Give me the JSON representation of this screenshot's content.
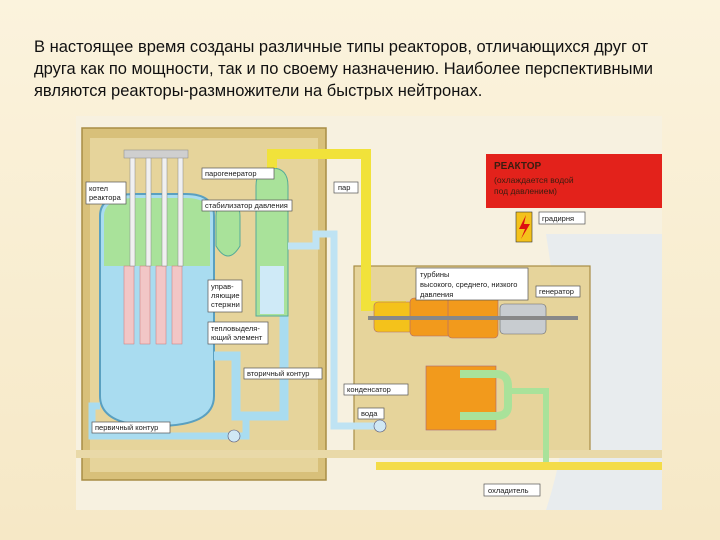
{
  "slide": {
    "text": "В настоящее время созданы различные типы реакторов, отличающихся друг от друга как по мощности, так и по своему назначению. Наиболее перспективными являются реакторы-размножители на быстрых нейтронах."
  },
  "diagram": {
    "legend_title": "РЕАКТОР",
    "legend_sub1": "(охлаждается водой",
    "legend_sub2": "под давлением)",
    "labels": {
      "kotel1": "котел",
      "kotel2": "реактора",
      "parogenerator": "парогенератор",
      "stabilizator": "стабилизатор давления",
      "par": "пар",
      "gradirnya": "градирня",
      "turbiny1": "турбины",
      "turbiny2": "высокого, среднего, низкого",
      "turbiny3": "давления",
      "generator": "генератор",
      "upr1": "управ-",
      "upr2": "ляющие",
      "upr3": "стержни",
      "tvel1": "тепловыделя-",
      "tvel2": "ющий элемент",
      "vtorichny": "вторичный контур",
      "kondensator": "конденсатор",
      "voda": "вода",
      "pervichny": "первичный контур",
      "ohladitel": "охладитель"
    },
    "colors": {
      "building": "#d8c07a",
      "primary_water": "#a9dcf0",
      "green_zone": "#a9e29a",
      "steam": "#f1e23a",
      "red_panel": "#e3221b",
      "turbine_orange": "#f29a1c"
    }
  }
}
